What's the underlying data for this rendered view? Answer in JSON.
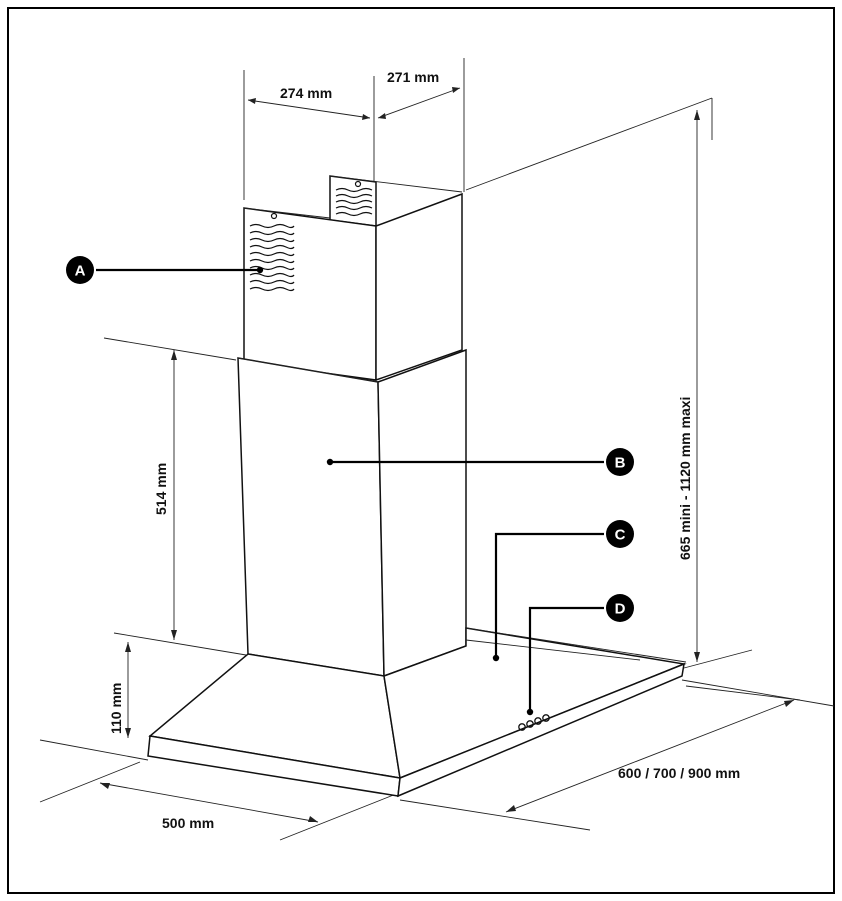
{
  "dimensions": {
    "chimney_width": "274 mm",
    "chimney_depth": "271 mm",
    "total_height": "665 mini - 1120 mm maxi",
    "lower_chimney_height": "514 mm",
    "canopy_height": "110 mm",
    "hood_depth": "500 mm",
    "hood_width": "600 / 700 / 900 mm"
  },
  "callouts": [
    {
      "letter": "A"
    },
    {
      "letter": "B"
    },
    {
      "letter": "C"
    },
    {
      "letter": "D"
    }
  ],
  "colors": {
    "line": "#111111",
    "callout_fill": "#000000",
    "callout_text": "#ffffff",
    "background": "#ffffff"
  }
}
